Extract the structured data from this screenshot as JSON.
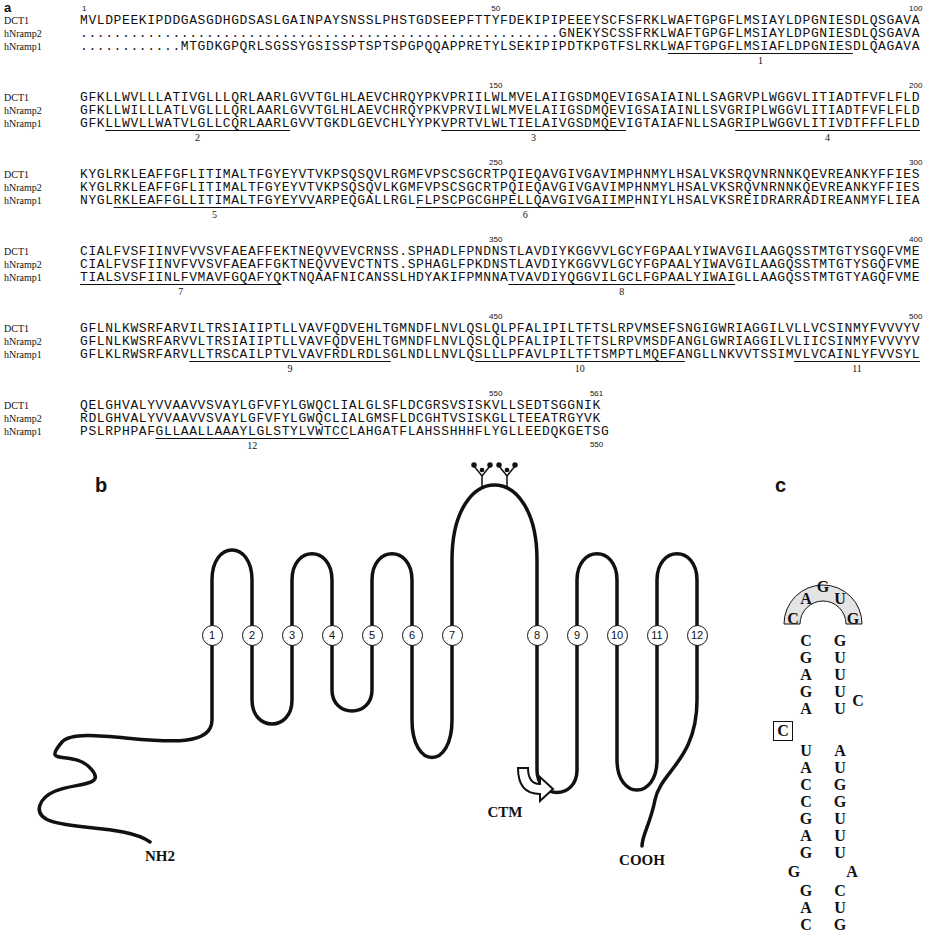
{
  "diagram": {
    "nodes": [
      {
        "text": [
          "1"
        ]
      },
      {
        "text": [
          "2"
        ]
      },
      {
        "text": [
          "3"
        ]
      },
      {
        "text": [
          "4"
        ]
      },
      {
        "text": [
          "5"
        ]
      },
      {
        "text": [
          "6"
        ]
      },
      {
        "text": [
          "7"
        ]
      },
      {
        "text": [
          "8"
        ]
      },
      {
        "text": [
          "9"
        ]
      },
      {
        "text": [
          "10"
        ]
      },
      {
        "text": [
          "11"
        ]
      },
      {
        "text": [
          "12"
        ]
      },
      {
        "text": [
          "C"
        ]
      }
    ],
    "labels": [
      "a",
      "DCT1",
      "MVLDPEEKIPDDGASGDHGDSASLGAINPAYSNSSLPHSTGDSEEPFTTYFDEKIPIPEEEYSCFSFRKLWAFTGPGFLMSIAYLDPGNIESDLQSGAVA",
      "hNramp2",
      ".........................................................GNEKYSCSSFRKLWAFTGPGFLMSIAYLDPGNIESDLQSGAVA",
      "hNramp1",
      "............MTGDKGPQRLSGSSYGSISSPTSPTSPGPQQAPPRETYLSEKIPIPDTKPGTFSLRKLWAFTGPGFLMSIAFLDPGNIESDLQAGAVA",
      "DCT1",
      "GFKLLWVLLLATIVGLLLQRLAARLGVVTGLHLAEVCHRQYPKVPRIILWLMVELAIIGSDMQEVIGSAIAINLLSAGRVPLWGGVLITIADTFVFLFLD",
      "hNramp2",
      "GFKLLWILLLATLVGLLLQRLAARLGVVTGLHLAEVCHRQYPKVPRVILWLMVELAIIGSDMQEVIGSAIAINLLSVGRIPLWGGVLITIADTFVFLFLD",
      "hNramp1",
      "GFKLLWVLLWATVLGLLCQRLAARLGVVTGKDLGEVCHLYYPKVPRTVLWLTIELAIVGSDMQEVIGTAIAFNLLSAGRIPLWGGVLITIVDTFFFLFLD",
      "DCT1",
      "KYGLRKLEAFFGFLITIMALTFGYEYVTVKPSQSQVLRGMFVPSCSGCRTPQIEQAVGIVGAVIMPHNMYLHSALVKSRQVNRNNKQEVREANKYFFIES",
      "hNramp2",
      "KYGLRKLEAFFGFLITIMALTFGYEYVTVKPSQSQVLKGMFVPSCSGCRTPQIEQAVGIVGAVIMPHNMYLHSALVKSRQVNRNNKQEVREANKYFFIES",
      "hNramp1",
      "NYGLRKLEAFFGLLITIMALTFGYEYVVARPEQGALLRGLFLPSCPGCGHPELLQAVGIVGAIIMPHNIYLHSALVKSREIDRARRADIREANMYFLIEA",
      "DCT1",
      "CIALFVSFIINVFVVSVFAEAFFEKTNEQVVEVCRNSS.SPHADLFPNDNSTLAVDIYKGGVVLGCYFGPAALYIWAVGILAAGQSSTMTGTYSGQFVME",
      "hNramp2",
      "CIALFVSFIINVFVVSVFAEAFFGKTNEQVVEVCTNTS.SPHAGLFPKDNSTLAVDIYKGGVVLGCYFGPAALYIWAVGILAAGQSSTMTGTYSGQFVME",
      "hNramp1",
      "TIALSVSFIINLFVMAVFGQAFYQKTNQAAFNICANSSLHDYAKIFPMNNATVAVDIYQGGVILGCLFGPAALYIWAIGLLAAGQSSTMTGTYAGQFVME",
      "DCT1",
      "GFLNLKWSRFARVILTRSIAIIPTLLVAVFQDVEHLTGMNDFLNVLQSLQLPFALIPILTFTSLRPVMSEFSNGIGWRIAGGILVLLVCSINMYFVVVYV",
      "hNramp2",
      "GFLNLKWSRFARVVLTRSIAIIPTLLVAVFQDVEHLTGMNDFLNVLQSLQLPFALIPILTFTSLRPVMSDFANGLGWRIAGGILVLIICSINMYFVVVYV",
      "hNramp1",
      "GFLKLRWSRFARVLLTRSCAILPTVLVAVFRDLRDLSGLNDLLNVLQSLLLPFAVLPILTFTSMPTLMQEFANGLLNKVVTSSIMVLVCAINLYFVVSYL",
      "DCT1",
      "QELGHVALYVVAAVVSVAYLGFVFYLGWQCLIALGLSFLDCGRSVSISKVLLSEDTSGGNIK",
      "hNramp2",
      "RDLGHVALYVVAAVVSVAYLGFVFYLGWQCLIALGMSFLDCGHTVSISKGLLTEEATRGYVK",
      "hNramp1",
      "PSLRPHPAFGLLAALLAAAYLGLSTYLVWTCCLAHGATFLAHSSHHHFLYGLLEEDQKGETSG",
      "1",
      "50",
      "100",
      "150",
      "200",
      "250",
      "300",
      "350",
      "400",
      "450",
      "500",
      "550",
      "561",
      "550",
      "1",
      "2",
      "3",
      "4",
      "5",
      "6",
      "7",
      "8",
      "9",
      "10",
      "11",
      "12",
      "b",
      "CTM",
      "NH2",
      "COOH",
      "c",
      "A",
      "G",
      "U",
      "C",
      "G",
      "C",
      "G",
      "G",
      "U",
      "A",
      "U",
      "G",
      "U",
      "A",
      "U",
      "C",
      "U",
      "A",
      "A",
      "U",
      "C",
      "G",
      "C",
      "G",
      "G",
      "U",
      "A",
      "U",
      "G",
      "U",
      "G",
      "A",
      "G",
      "C",
      "A",
      "U",
      "C",
      "G"
    ]
  }
}
